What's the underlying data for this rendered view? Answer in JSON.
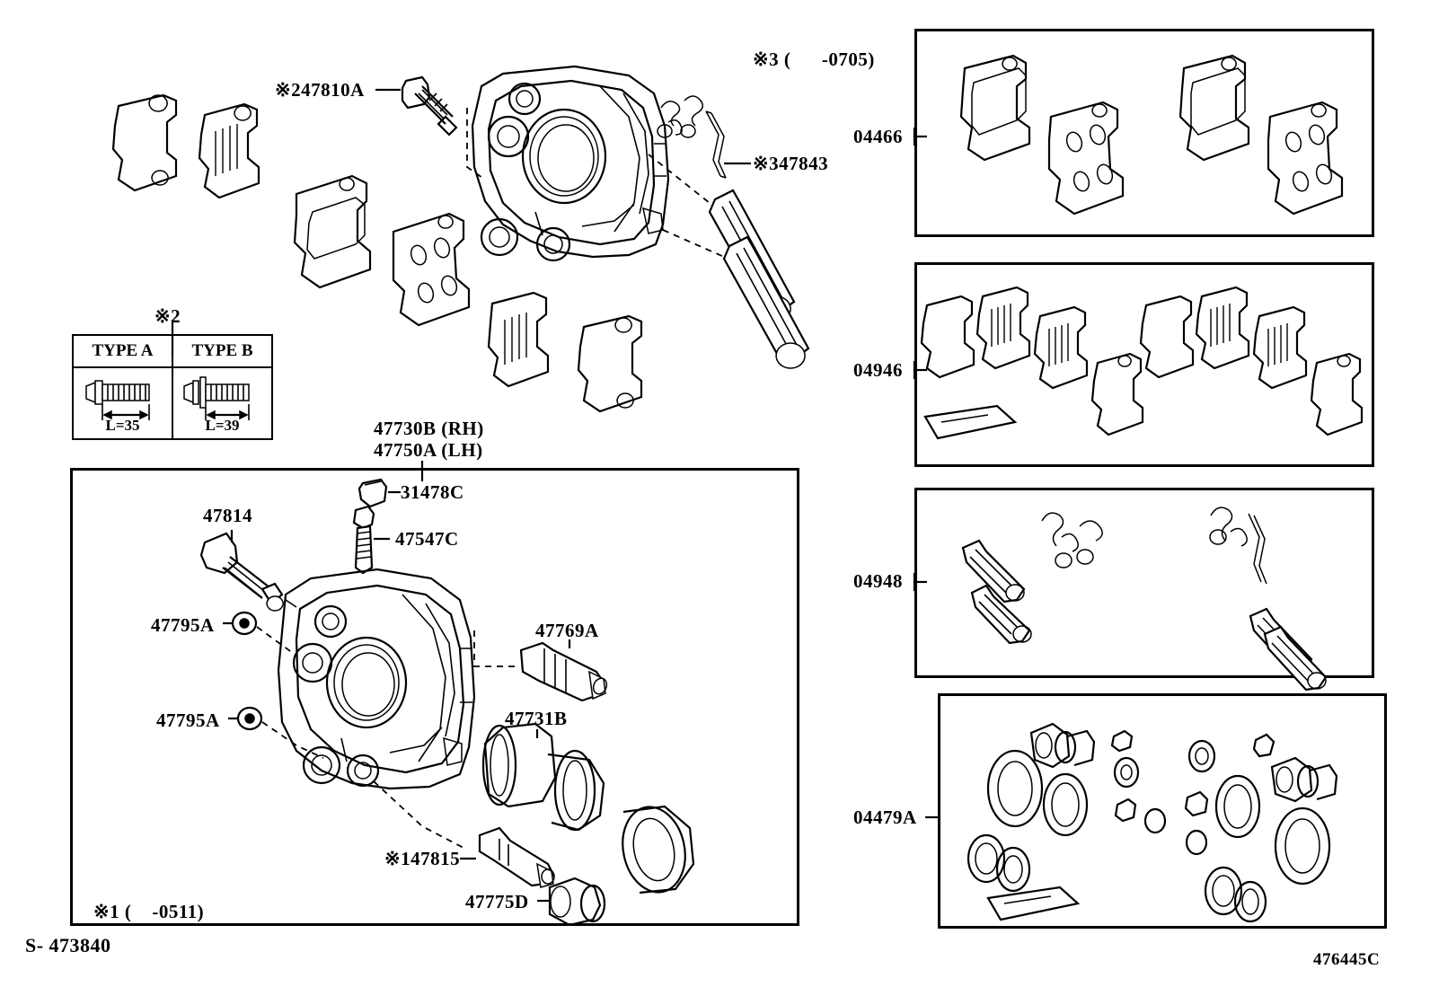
{
  "document": {
    "type": "parts-diagram",
    "subject": "Front disc brake caliper assembly",
    "drawing_code_left": "S- 473840",
    "drawing_code_right": "476445C"
  },
  "footnotes": {
    "note3": "※3 (      -0705)",
    "note1": "※1 (    -0511)",
    "note2_marker": "※2"
  },
  "type_table": {
    "marker": "※2",
    "columns": [
      "TYPE A",
      "TYPE B"
    ],
    "lengths": [
      "L=35",
      "L=39"
    ]
  },
  "exploded_top": {
    "labels": [
      {
        "id": "bolt-47810a",
        "text": "※247810A"
      },
      {
        "id": "clip-47843",
        "text": "※347843"
      }
    ]
  },
  "caliper_panel": {
    "title_rh": "47730B (RH)",
    "title_lh": "47750A (LH)",
    "labels": [
      {
        "id": "bleeder-cap",
        "text": "31478C"
      },
      {
        "id": "bleeder-plug",
        "text": "47547C"
      },
      {
        "id": "slide-pin-47814",
        "text": "47814"
      },
      {
        "id": "washer-top",
        "text": "47795A"
      },
      {
        "id": "washer-bottom",
        "text": "47795A"
      },
      {
        "id": "bushing-47769a",
        "text": "47769A"
      },
      {
        "id": "piston-47731b",
        "text": "47731B"
      },
      {
        "id": "slide-pin-47815",
        "text": "※147815"
      },
      {
        "id": "boot-47775d",
        "text": "47775D"
      }
    ]
  },
  "kits": [
    {
      "id": "pad-kit",
      "number": "04466"
    },
    {
      "id": "shim-kit",
      "number": "04946"
    },
    {
      "id": "fitting-kit",
      "number": "04948"
    },
    {
      "id": "seal-kit",
      "number": "04479A"
    }
  ]
}
